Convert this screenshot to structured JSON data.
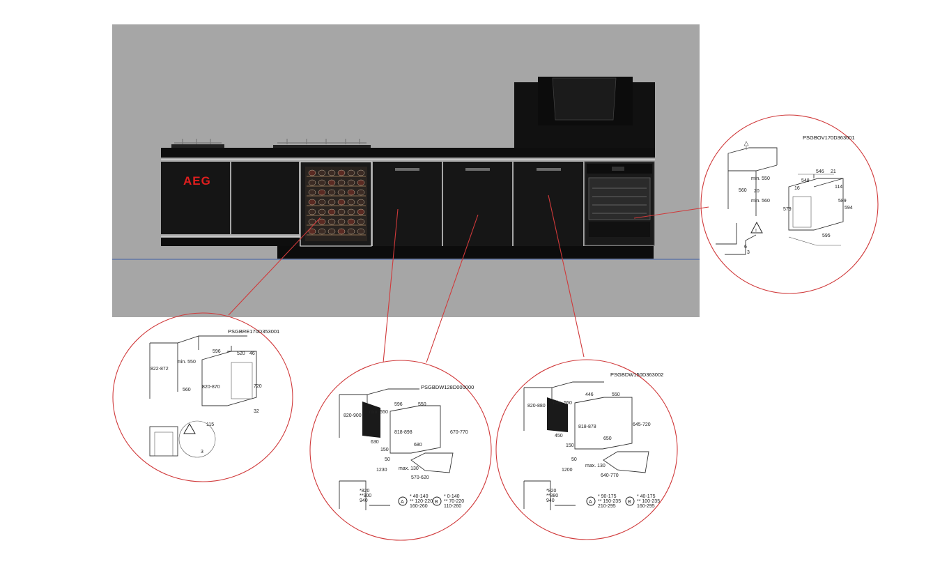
{
  "brand": {
    "logo_text": "AEG",
    "logo_color": "#e01e1e"
  },
  "colors": {
    "background": "#a6a6a6",
    "cabinet": "#151515",
    "callout": "#d0393a"
  },
  "callouts": {
    "oven": {
      "code": "PSGBOV170D363001",
      "dims": [
        "546",
        "21",
        "548",
        "114",
        "min. 550",
        "16",
        "560",
        "20",
        "min. 560",
        "579",
        "589",
        "594",
        "595",
        "6",
        "3"
      ]
    },
    "wine": {
      "code": "PSGBRE170D353001",
      "dims": [
        "596",
        "520",
        "46",
        "822-872",
        "min. 550",
        "560",
        "820-870",
        "720",
        "115",
        "32",
        "3"
      ]
    },
    "dishwasher1": {
      "code": "PSGBDW128D000000",
      "dims": [
        "596",
        "550",
        "820-900",
        "min. 550",
        "818-898",
        "670-770",
        "680",
        "630",
        "150",
        "50",
        "1230",
        "max. 130",
        "570-620"
      ],
      "note_a": [
        "* 40-140",
        "** 120-220",
        "160-260"
      ],
      "note_b": [
        "* 0-140",
        "** 70-220",
        "110-260"
      ],
      "heights": [
        "*820",
        "**900",
        "940"
      ]
    },
    "dishwasher2": {
      "code": "PSGBDW150D363002",
      "dims": [
        "446",
        "550",
        "820-880",
        "min. 550",
        "818-878",
        "645-720",
        "650",
        "450",
        "150",
        "50",
        "1200",
        "max. 130",
        "640-770"
      ],
      "note_a": [
        "* 90-175",
        "** 150-235",
        "210-295"
      ],
      "note_b": [
        "* 40-175",
        "** 100-235",
        "160-295"
      ],
      "heights": [
        "*820",
        "**880",
        "940"
      ]
    }
  }
}
